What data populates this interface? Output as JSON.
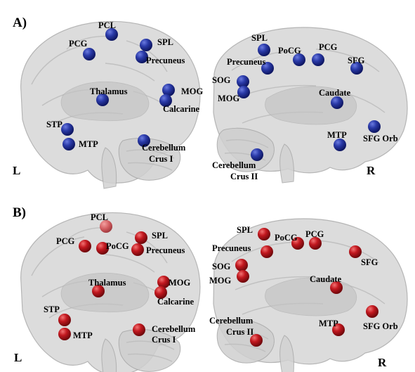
{
  "panels": [
    {
      "label": "A)",
      "color_scheme": "blue",
      "left_side_label": "L",
      "right_side_label": "R",
      "left_regions": [
        "PCL",
        "PCG",
        "SPL",
        "Precuneus",
        "Thalamus",
        "MOG",
        "Calcarine",
        "STP",
        "MTP",
        "Cerebellum",
        "Crus I"
      ],
      "right_regions": [
        "SPL",
        "PoCG",
        "PCG",
        "SFG",
        "Precuneus",
        "SOG",
        "MOG",
        "Caudate",
        "MTP",
        "SFG Orb",
        "Cerebellum",
        "Crus II"
      ]
    },
    {
      "label": "B)",
      "color_scheme": "red",
      "left_side_label": "L",
      "right_side_label": "R",
      "left_regions": [
        "PCL",
        "PCG",
        "PoCG",
        "SPL",
        "Precuneus",
        "Thalamus",
        "MOG",
        "Calcarine",
        "STP",
        "MTP",
        "Cerebellum",
        "Crus I"
      ],
      "right_regions": [
        "SPL",
        "PoCG",
        "PCG",
        "Precuneus",
        "SFG",
        "SOG",
        "MOG",
        "Caudate",
        "Cerebellum",
        "Crus II",
        "MTP",
        "SFG Orb"
      ]
    }
  ],
  "colors": {
    "blue_node": "#1f2c8f",
    "blue_node_highlight": "#5a6ad6",
    "red_node": "#b3141a",
    "red_node_highlight": "#ef5a5a",
    "brain_gray": "#d6d6d6"
  }
}
